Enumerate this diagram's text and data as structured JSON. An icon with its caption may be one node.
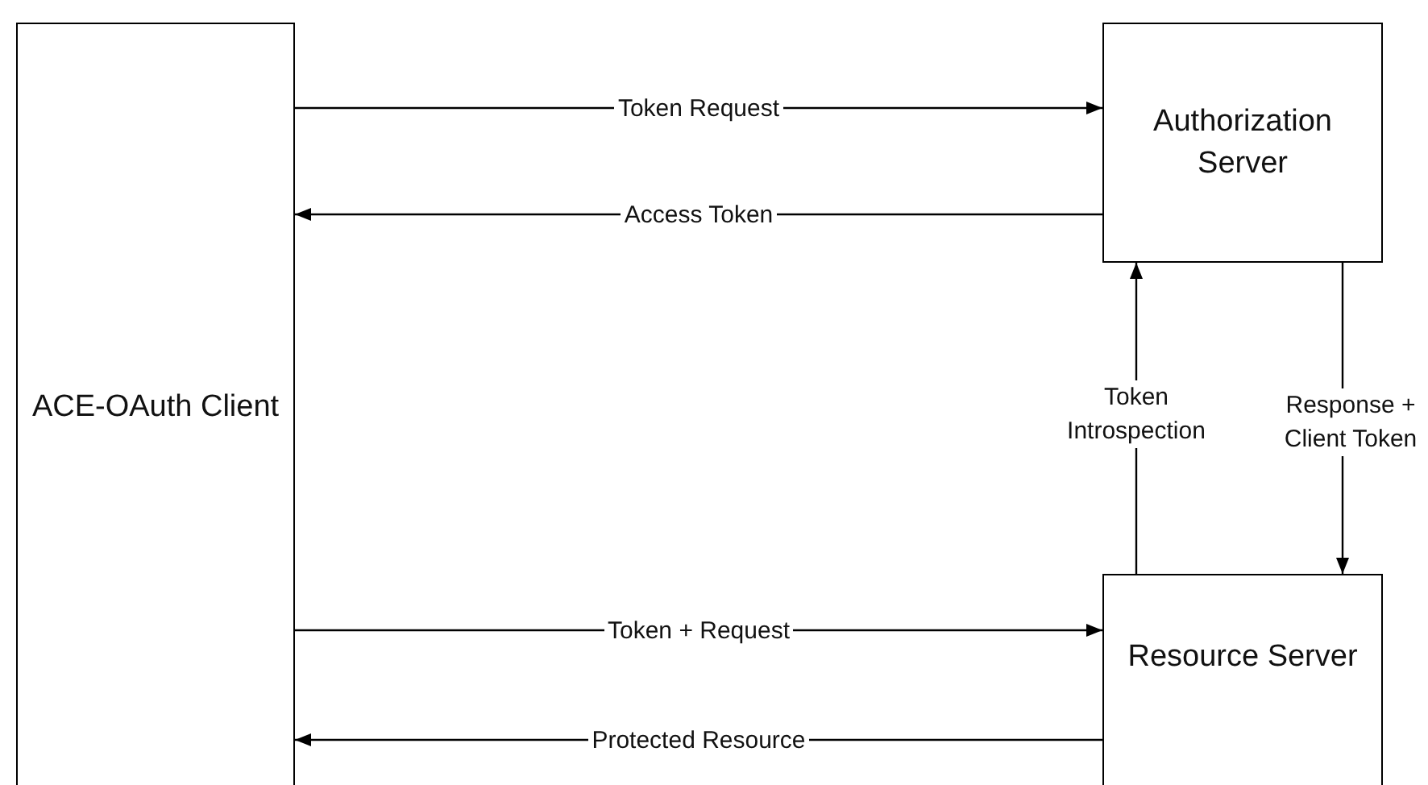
{
  "diagram": {
    "nodes": [
      {
        "text": [
          "ACE-OAuth Client"
        ]
      },
      {
        "text": [
          "Authorization Server"
        ]
      },
      {
        "text": [
          "Resource Server"
        ]
      }
    ],
    "edges": [
      {
        "from": 0,
        "to": 1,
        "arrow": "to",
        "label": "Token Request"
      },
      {
        "from": 1,
        "to": 0,
        "arrow": "to",
        "label": "Access Token"
      },
      {
        "from": 2,
        "to": 1,
        "arrow": "to",
        "label": "Token Introspection"
      },
      {
        "from": 1,
        "to": 2,
        "arrow": "to",
        "label": "Response + Client Token"
      },
      {
        "from": 0,
        "to": 2,
        "arrow": "to",
        "label": "Token + Request"
      },
      {
        "from": 2,
        "to": 0,
        "arrow": "to",
        "label": "Protected Resource"
      }
    ]
  }
}
